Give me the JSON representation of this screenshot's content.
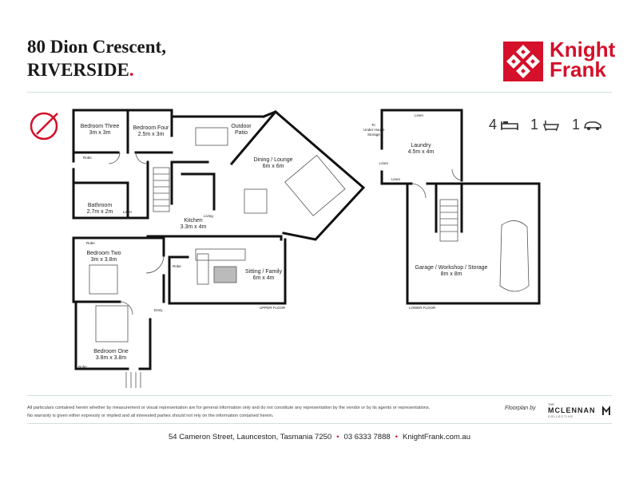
{
  "header": {
    "address_line1": "80 Dion Crescent,",
    "address_line2": "RIVERSIDE",
    "address_dot": "."
  },
  "brand": {
    "name_line1": "Knight",
    "name_line2": "Frank",
    "color": "#d4102a"
  },
  "summary": {
    "bedrooms": "4",
    "bathrooms": "1",
    "car_spaces": "1",
    "icons": [
      "bed-icon",
      "bath-icon",
      "car-icon"
    ]
  },
  "rooms": {
    "bedroom_three": {
      "name": "Bedroom Three",
      "size": "3m x 3m"
    },
    "bedroom_four": {
      "name": "Bedroom Four",
      "size": "2.5m x 3m"
    },
    "outdoor_patio": {
      "name_line1": "Outdoor",
      "name_line2": "Patio"
    },
    "dining_lounge": {
      "name": "Dining / Lounge",
      "size": "6m x 6m"
    },
    "bathroom": {
      "name": "Bathroom",
      "size": "2.7m x 2m"
    },
    "kitchen": {
      "name": "Kitchen",
      "size": "3.3m x 4m"
    },
    "bedroom_two": {
      "name": "Bedroom Two",
      "size": "3m x 3.8m"
    },
    "sitting_family": {
      "name": "Sitting / Family",
      "size": "6m x 4m"
    },
    "bedroom_one": {
      "name": "Bedroom One",
      "size": "3.8m x 3.8m"
    },
    "laundry": {
      "name": "Laundry",
      "size": "4.5m x 4m"
    },
    "garage": {
      "name": "Garage / Workshop / Storage",
      "size": "8m x 8m"
    }
  },
  "small_labels": {
    "robe": "Robe",
    "linen": "Linen",
    "living": "Living",
    "entry": "Entry",
    "under_house_1": "To",
    "under_house_2": "Under House",
    "under_house_3": "Storage"
  },
  "floors": {
    "upper": "UPPER FLOOR",
    "lower": "LOWER FLOOR"
  },
  "disclaimer": {
    "line1": "All particulars contained herein whether by measurement or visual representation are for general information only and do not constitute any representation by the vendor or by its agents or representations.",
    "line2": "No warranty is given either expressly or implied and all interested parties should not rely on the information contained herein."
  },
  "credit": {
    "floorplan_by": "Floorplan by",
    "company_prefix": "THE",
    "company_name": "MCLENNAN",
    "company_suffix": "COLLECTIVE"
  },
  "footer": {
    "address": "54 Cameron Street, Launceston, Tasmania 7250",
    "phone": "03 6333 7888",
    "website": "KnightFrank.com.au"
  }
}
